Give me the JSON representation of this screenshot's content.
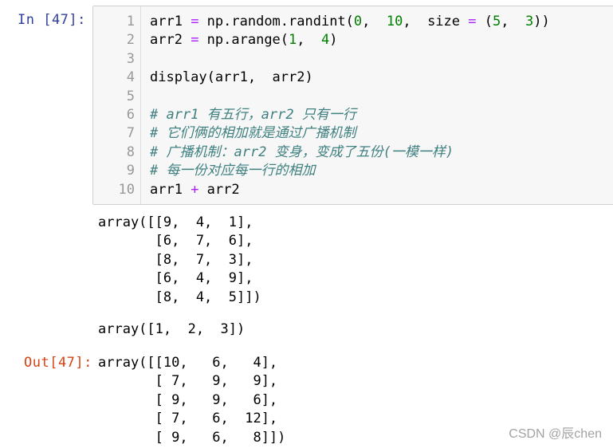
{
  "cell": {
    "in_prompt": "In  [47]:",
    "out_prompt": "Out[47]:",
    "lines": [
      {
        "n": "1",
        "parts": [
          [
            "arr1 ",
            ""
          ],
          [
            "=",
            "op"
          ],
          [
            " np.random.randint(",
            ""
          ],
          [
            "0",
            "num"
          ],
          [
            ",  ",
            ""
          ],
          [
            "10",
            "num"
          ],
          [
            ",  size ",
            ""
          ],
          [
            "=",
            "op"
          ],
          [
            " (",
            ""
          ],
          [
            "5",
            "num"
          ],
          [
            ",  ",
            ""
          ],
          [
            "3",
            "num"
          ],
          [
            "))",
            ""
          ]
        ]
      },
      {
        "n": "2",
        "parts": [
          [
            "arr2 ",
            ""
          ],
          [
            "=",
            "op"
          ],
          [
            " np.arange(",
            ""
          ],
          [
            "1",
            "num"
          ],
          [
            ",  ",
            ""
          ],
          [
            "4",
            "num"
          ],
          [
            ")",
            ""
          ]
        ]
      },
      {
        "n": "3",
        "parts": []
      },
      {
        "n": "4",
        "parts": [
          [
            "display(arr1,  arr2)",
            ""
          ]
        ]
      },
      {
        "n": "5",
        "parts": []
      },
      {
        "n": "6",
        "parts": [
          [
            "# arr1 有五行，arr2 只有一行",
            "comment"
          ]
        ]
      },
      {
        "n": "7",
        "parts": [
          [
            "# 它们俩的相加就是通过广播机制",
            "comment"
          ]
        ]
      },
      {
        "n": "8",
        "parts": [
          [
            "# 广播机制：arr2 变身，变成了五份(一模一样)",
            "comment"
          ]
        ]
      },
      {
        "n": "9",
        "parts": [
          [
            "# 每一份对应每一行的相加",
            "comment"
          ]
        ]
      },
      {
        "n": "10",
        "parts": [
          [
            "arr1 ",
            ""
          ],
          [
            "+",
            "op"
          ],
          [
            " arr2",
            ""
          ]
        ]
      }
    ]
  },
  "outputs": {
    "display1": "array([[9,  4,  1],\n       [6,  7,  6],\n       [8,  7,  3],\n       [6,  4,  9],\n       [8,  4,  5]])",
    "display2": "array([1,  2,  3])",
    "result": "array([[10,   6,   4],\n       [ 7,   9,   9],\n       [ 9,   9,   6],\n       [ 7,   6,  12],\n       [ 9,   6,   8]])"
  },
  "watermark": "CSDN @辰chen"
}
